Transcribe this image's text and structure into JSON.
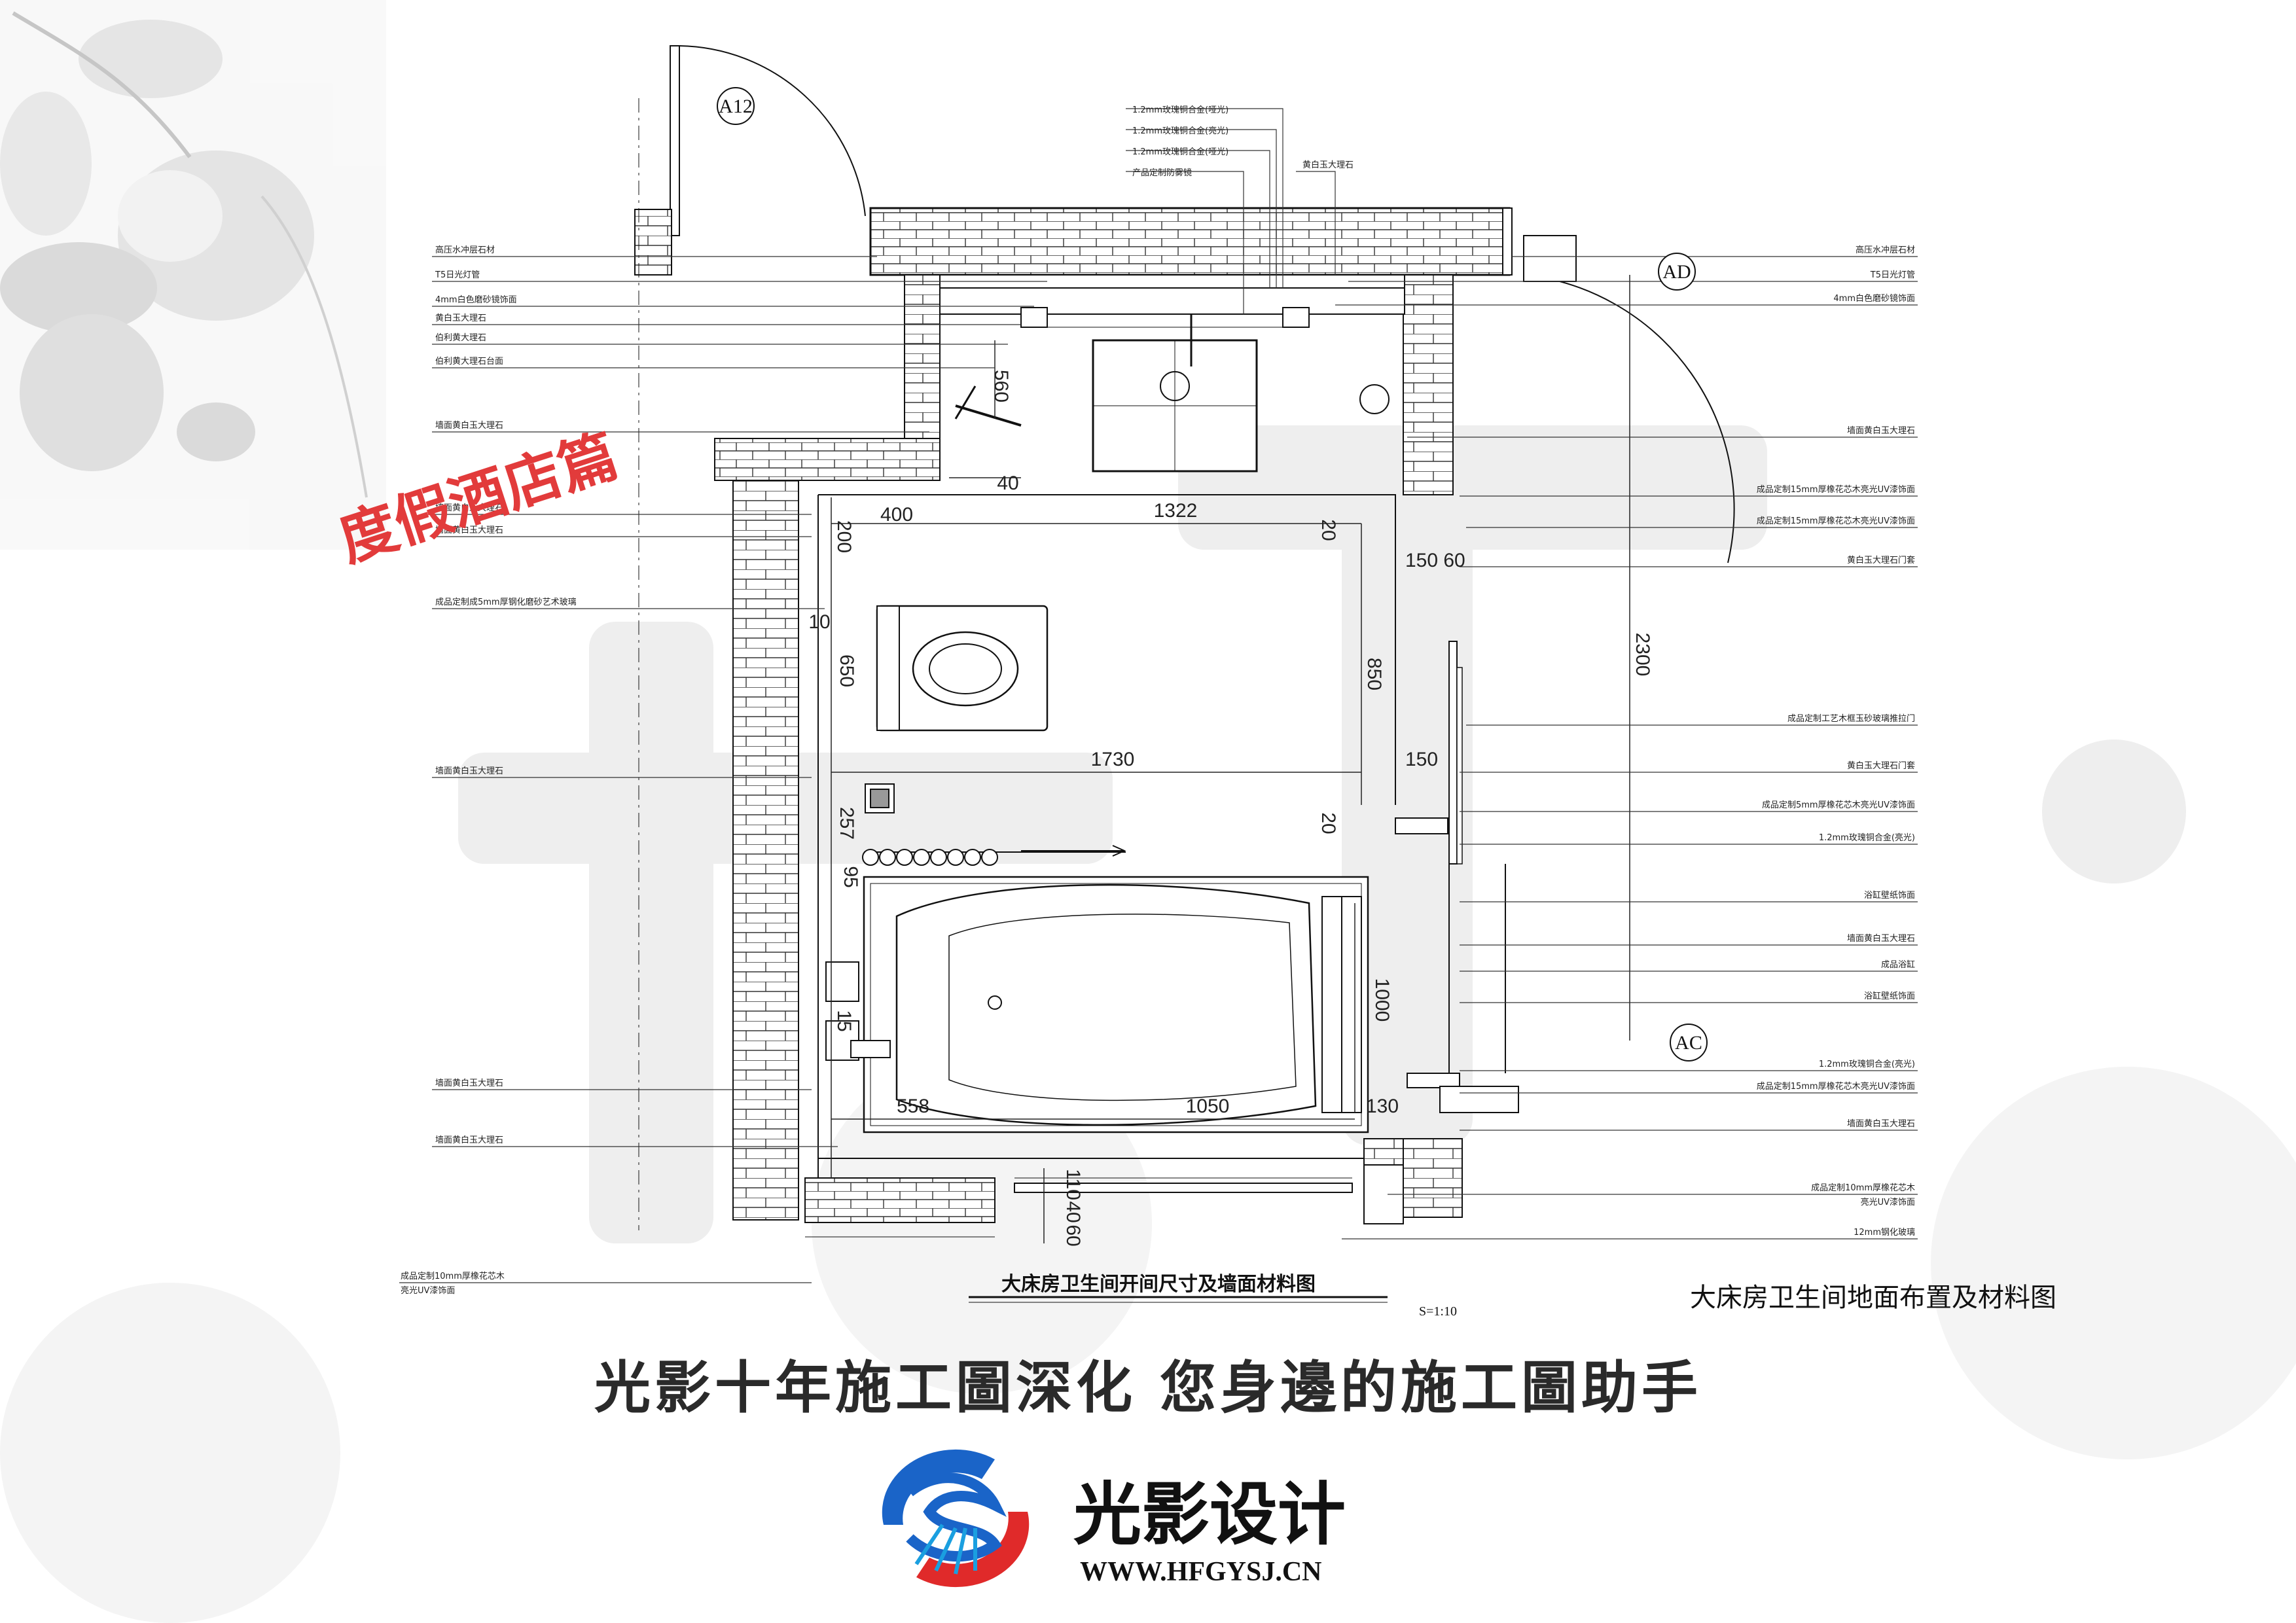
{
  "stamp_text": "度假酒店篇",
  "tags": {
    "a12": "A12",
    "ad": "AD",
    "ac": "AC"
  },
  "dimensions": {
    "d1322": "1322",
    "d1730": "1730",
    "d850": "850",
    "d2300": "2300",
    "d150a": "150",
    "d60a": "60",
    "d150b": "150",
    "d20a": "20",
    "d20b": "20",
    "d400": "400",
    "d200": "200",
    "d10": "10",
    "d650": "650",
    "d257": "257",
    "d1050": "1050",
    "d1000": "1000",
    "d558": "558",
    "d130": "130",
    "d110": "110",
    "d40b": "40",
    "d60b": "60",
    "d560": "560",
    "d40a": "40",
    "d95": "95",
    "d15": "15"
  },
  "notes_left": [
    "高压水冲层石材",
    "T5日光灯管",
    "4mm白色磨砂镜饰面",
    "黄白玉大理石",
    "伯利黄大理石",
    "伯利黄大理石台面",
    "墙面黄白玉大理石",
    "墙面黄白玉大理石",
    "墙面黄白玉大理石",
    "成品定制成5mm厚钢化磨砂艺术玻璃",
    "墙面黄白玉大理石",
    "墙面黄白玉大理石",
    "墙面黄白玉大理石",
    "成品定制10mm厚橡花芯木",
    "亮光UV漆饰面"
  ],
  "notes_top": [
    "1.2mm玫瑰铜合金(哑光)",
    "1.2mm玫瑰铜合金(亮光)",
    "1.2mm玫瑰铜合金(哑光)",
    "产品定制防雾镜",
    "黄白玉大理石"
  ],
  "notes_right": [
    "高压水冲层石材",
    "T5日光灯管",
    "4mm白色磨砂镜饰面",
    "墙面黄白玉大理石",
    "成品定制15mm厚橡花芯木亮光UV漆饰面",
    "成品定制15mm厚橡花芯木亮光UV漆饰面",
    "黄白玉大理石门套",
    "成品定制工艺木框玉砂玻璃推拉门",
    "黄白玉大理石门套",
    "成品定制5mm厚橡花芯木亮光UV漆饰面",
    "1.2mm玫瑰铜合金(亮光)",
    "浴缸壁纸饰面",
    "墙面黄白玉大理石",
    "成品浴缸",
    "浴缸壁纸饰面",
    "1.2mm玫瑰铜合金(亮光)",
    "成品定制15mm厚橡花芯木亮光UV漆饰面",
    "墙面黄白玉大理石",
    "成品定制10mm厚橡花芯木",
    "亮光UV漆饰面",
    "12mm钢化玻璃"
  ],
  "title_left": "大床房卫生间开间尺寸及墙面材料图",
  "scale_label": "S=1:10",
  "title_right": "大床房卫生间地面布置及材料图",
  "slogan": "光影十年施工圖深化  您身邊的施工圖助手",
  "brand_name": "光影设计",
  "brand_url": "WWW.HFGYSJ.CN"
}
